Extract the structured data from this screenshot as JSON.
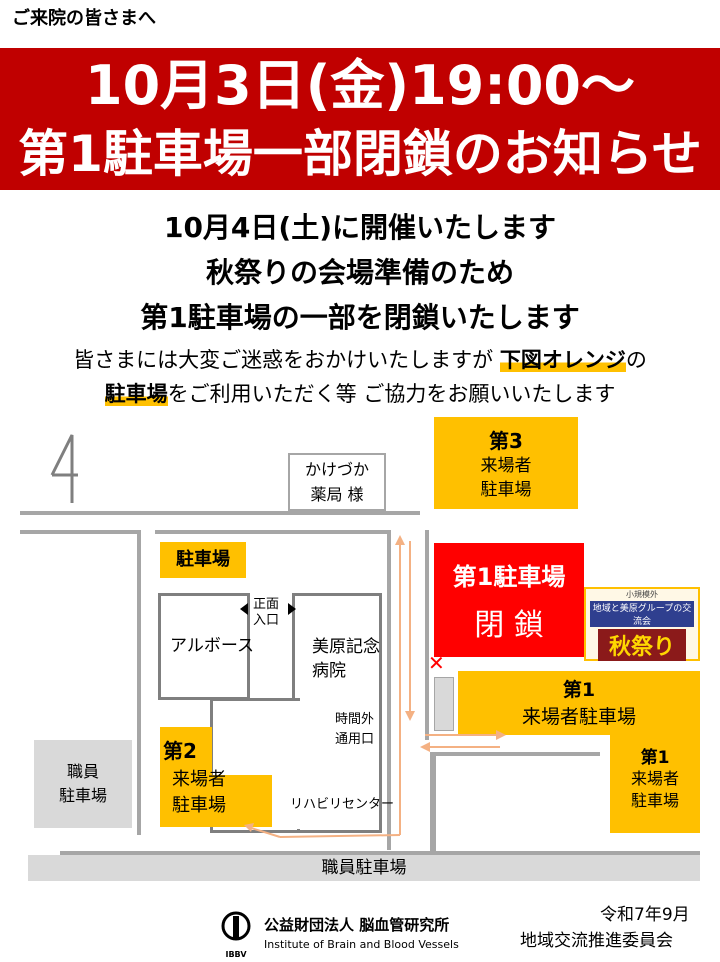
{
  "greeting": "ご来院の皆さまへ",
  "banner": {
    "line1": "10月3日(金)19:00～",
    "line2": "第1駐車場一部閉鎖のお知らせ"
  },
  "headline": {
    "line1": "10月4日(土)に開催いたします",
    "line2": "秋祭りの会場準備のため",
    "line3": "第1駐車場の一部を閉鎖いたします"
  },
  "note": {
    "line1_a": "皆さまには大変ご迷惑をおかけいたしますが",
    "line1_hl": "下図オレンジ",
    "line1_b": "の",
    "line2_hl": "駐車場",
    "line2_b": "をご利用いただく等 ご協力をお願いいたします"
  },
  "map": {
    "pharmacy": "かけづか\n薬局 様",
    "parking_small": "駐車場",
    "entrance": "正面\n入口",
    "arbos": "アルボース",
    "hospital": "美原記念\n病院",
    "after_hours": "時間外\n通用口",
    "rehab": "リハビリセンター",
    "lot3": {
      "num": "第3",
      "sub": "来場者\n駐車場"
    },
    "lot2": {
      "num": "第2",
      "sub": "来場者\n駐車場"
    },
    "lot1_closed": {
      "title": "第1駐車場",
      "status": "閉 鎖"
    },
    "lot1a": {
      "num": "第1",
      "sub": "来場者駐車場"
    },
    "lot1b": {
      "num": "第1",
      "sub": "来場者\n駐車場"
    },
    "staff_lot": "職員\n駐車場",
    "staff_lot_bottom": "職員駐車場",
    "festival_poster": {
      "top": "小規模外",
      "sub": "地域と美原グループの交流会",
      "title": "秋祭り"
    }
  },
  "footer": {
    "org_ja": "公益財団法人 脳血管研究所",
    "org_en": "Institute of Brain and Blood Vessels",
    "logo_text": "IBBV",
    "date": "令和7年9月",
    "committee": "地域交流推進委員会"
  },
  "colors": {
    "banner_red": "#c00000",
    "orange": "#ffc000",
    "closed_red": "#ff0000",
    "road_gray": "#a6a6a6",
    "arrow": "#f4b183"
  }
}
